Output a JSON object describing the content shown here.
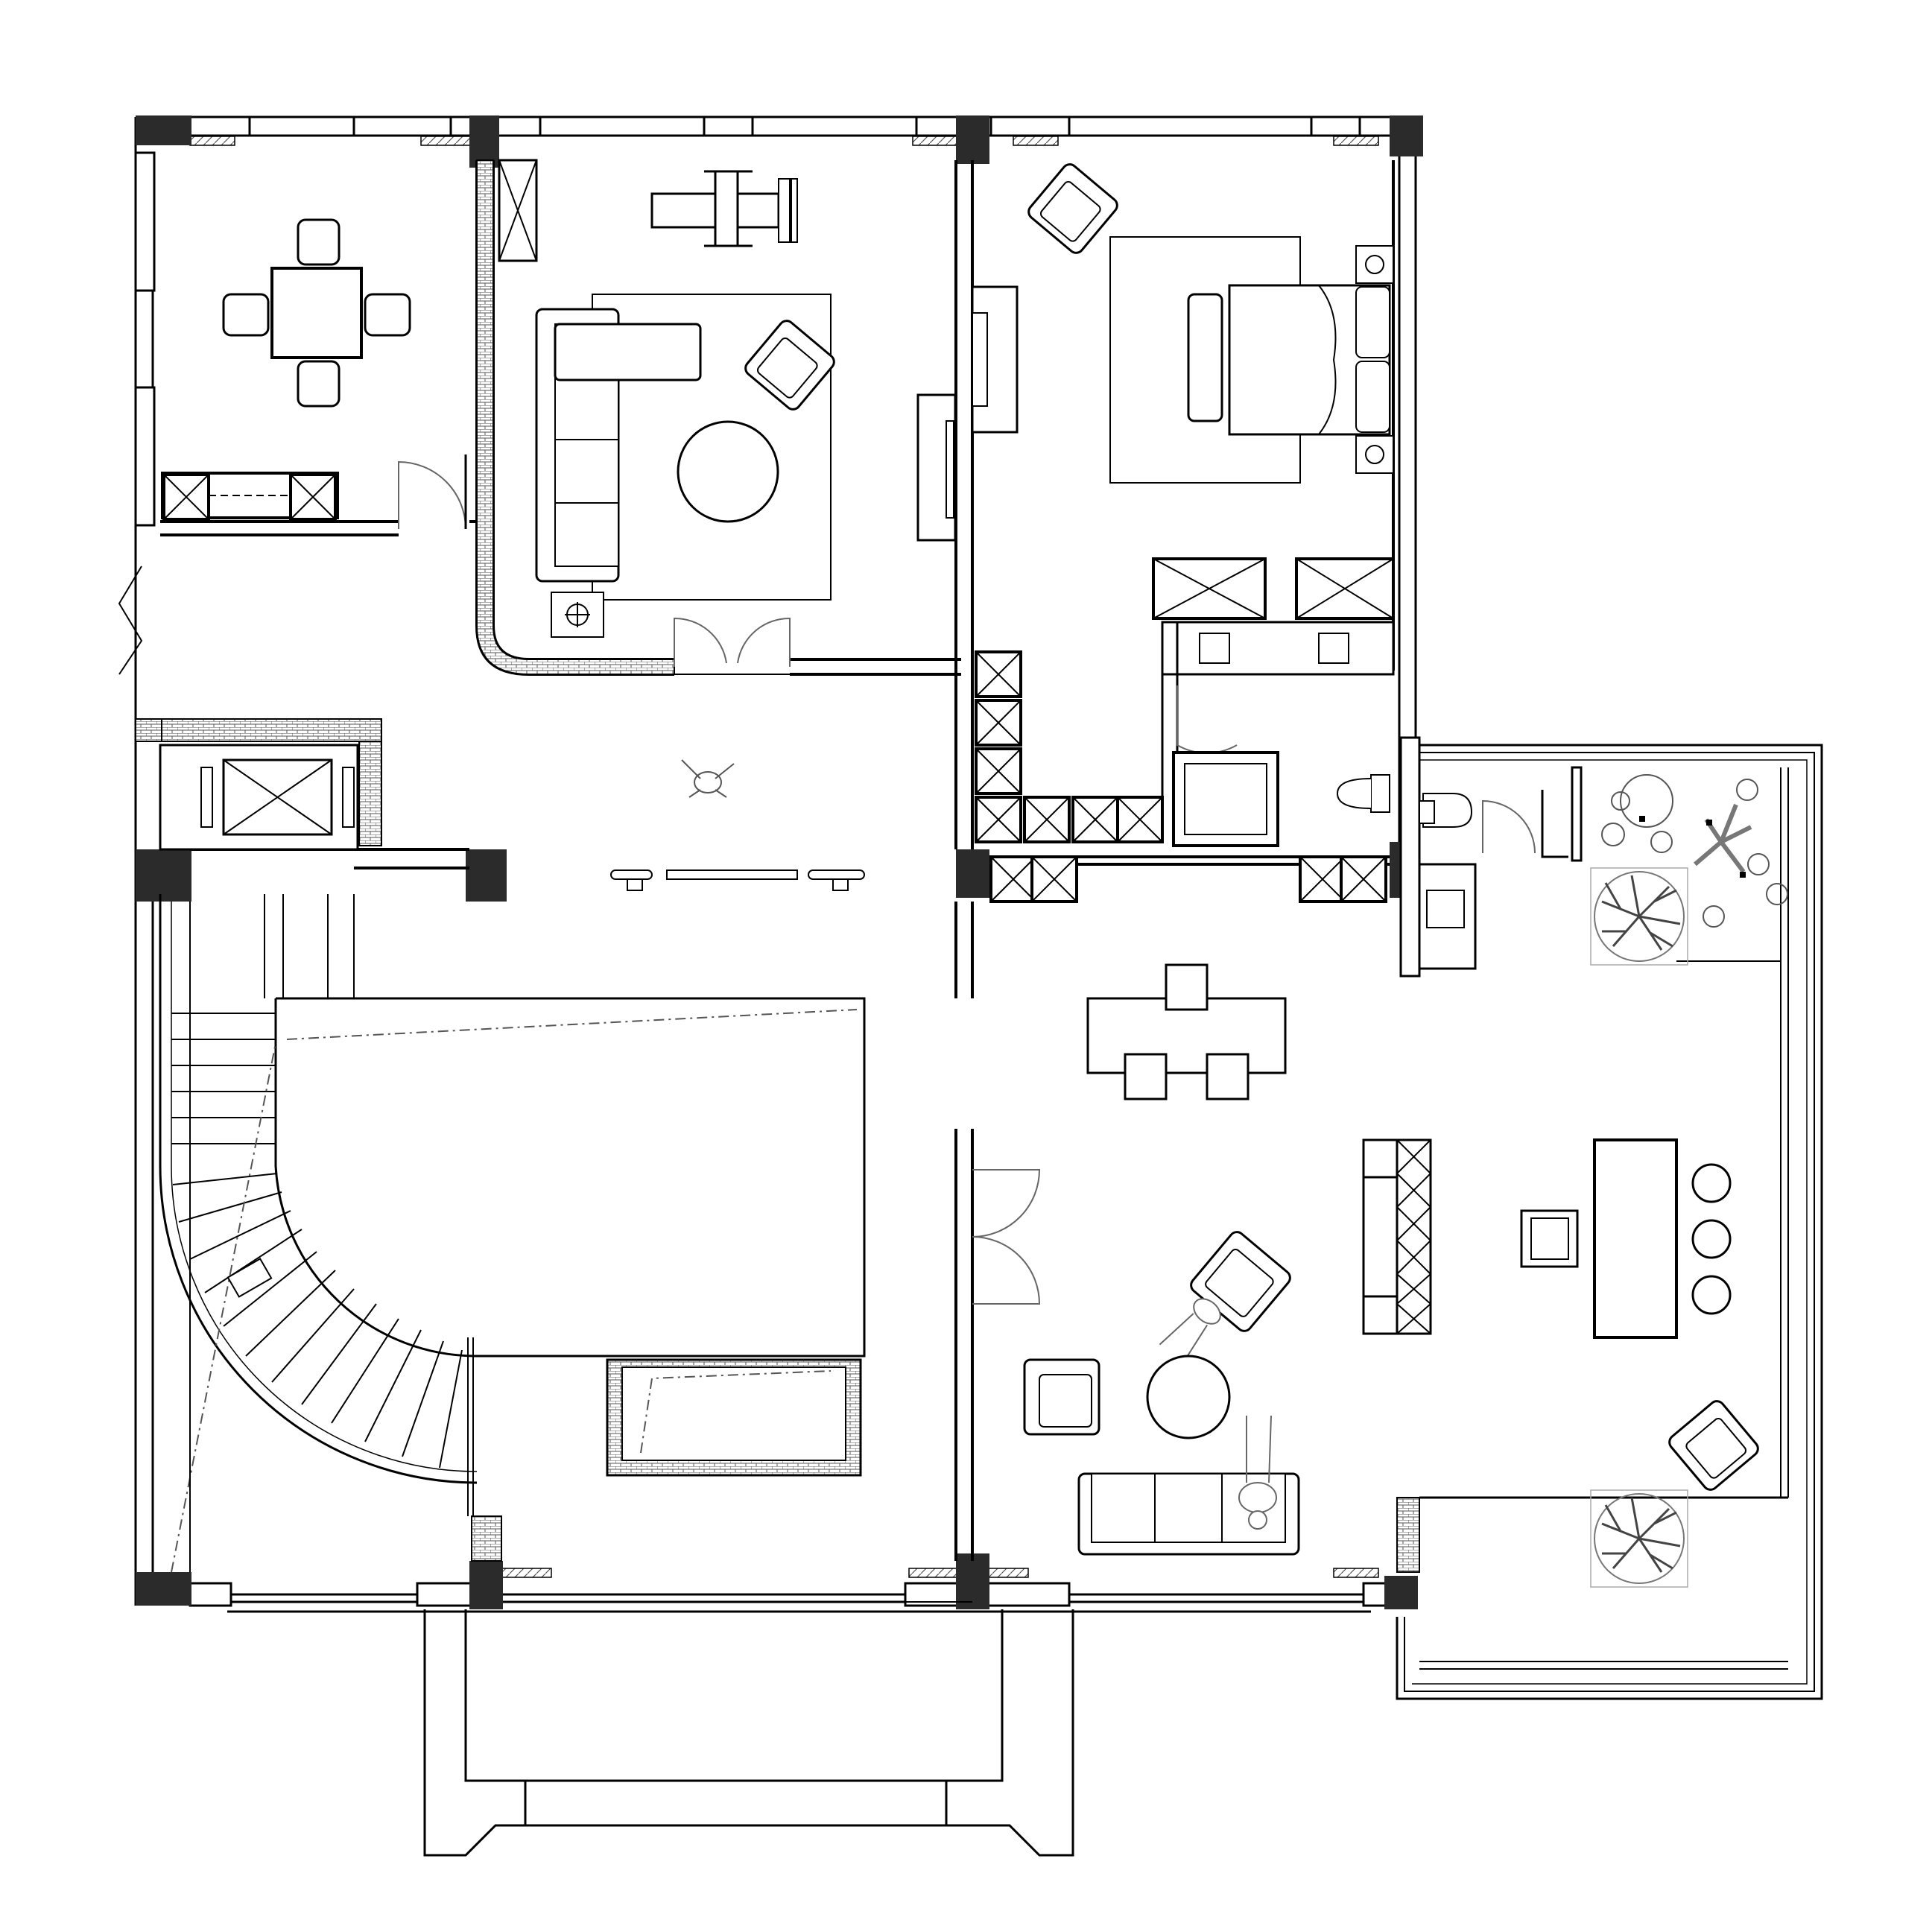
{
  "drawing": {
    "type": "architectural floor plan",
    "colors": {
      "background": "#ffffff",
      "line": "#000000",
      "column": "#2b2b2b",
      "hatch": "#555555",
      "thin": "#333333"
    }
  },
  "rooms": [
    {
      "id": "dining-nook",
      "name": ""
    },
    {
      "id": "study-lounge",
      "name": ""
    },
    {
      "id": "master-bedroom",
      "name": ""
    },
    {
      "id": "wardrobe-bath",
      "name": ""
    },
    {
      "id": "elevator",
      "name": ""
    },
    {
      "id": "stair-void",
      "name": ""
    },
    {
      "id": "hall",
      "name": ""
    },
    {
      "id": "living-dining",
      "name": ""
    },
    {
      "id": "roof-terrace",
      "name": ""
    },
    {
      "id": "balcony",
      "name": ""
    }
  ],
  "icons": [
    "column-icon",
    "door-swing-icon",
    "sofa-icon",
    "armchair-icon",
    "bed-icon",
    "table-icon",
    "chair-icon",
    "toilet-icon",
    "sink-icon",
    "tree-icon",
    "person-icon",
    "elevator-icon",
    "stair-icon",
    "lamp-icon"
  ]
}
